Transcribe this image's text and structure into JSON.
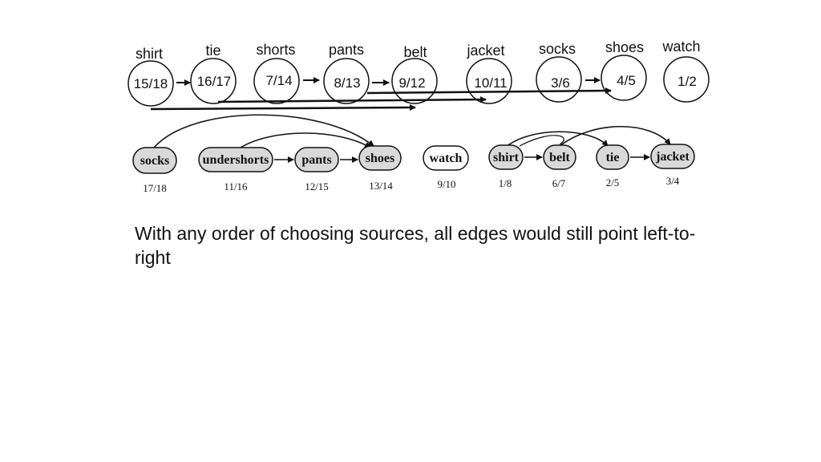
{
  "top_row": {
    "nodes": [
      {
        "label": "shirt",
        "time": "15/18"
      },
      {
        "label": "tie",
        "time": "16/17"
      },
      {
        "label": "shorts",
        "time": "7/14"
      },
      {
        "label": "pants",
        "time": "8/13"
      },
      {
        "label": "belt",
        "time": "9/12"
      },
      {
        "label": "jacket",
        "time": "10/11"
      },
      {
        "label": "socks",
        "time": "3/6"
      },
      {
        "label": "shoes",
        "time": "4/5"
      },
      {
        "label": "watch",
        "time": "1/2"
      }
    ]
  },
  "bottom_row": {
    "nodes": [
      {
        "label": "socks",
        "time": "17/18"
      },
      {
        "label": "undershorts",
        "time": "11/16"
      },
      {
        "label": "pants",
        "time": "12/15"
      },
      {
        "label": "shoes",
        "time": "13/14"
      },
      {
        "label": "watch",
        "time": "9/10"
      },
      {
        "label": "shirt",
        "time": "1/8"
      },
      {
        "label": "belt",
        "time": "6/7"
      },
      {
        "label": "tie",
        "time": "2/5"
      },
      {
        "label": "jacket",
        "time": "3/4"
      }
    ]
  },
  "caption": "With any order of choosing sources, all edges would still point left-to-right",
  "colors": {
    "ink": "#111111",
    "chip_fill": "#d9d9d9",
    "background": "#ffffff"
  }
}
